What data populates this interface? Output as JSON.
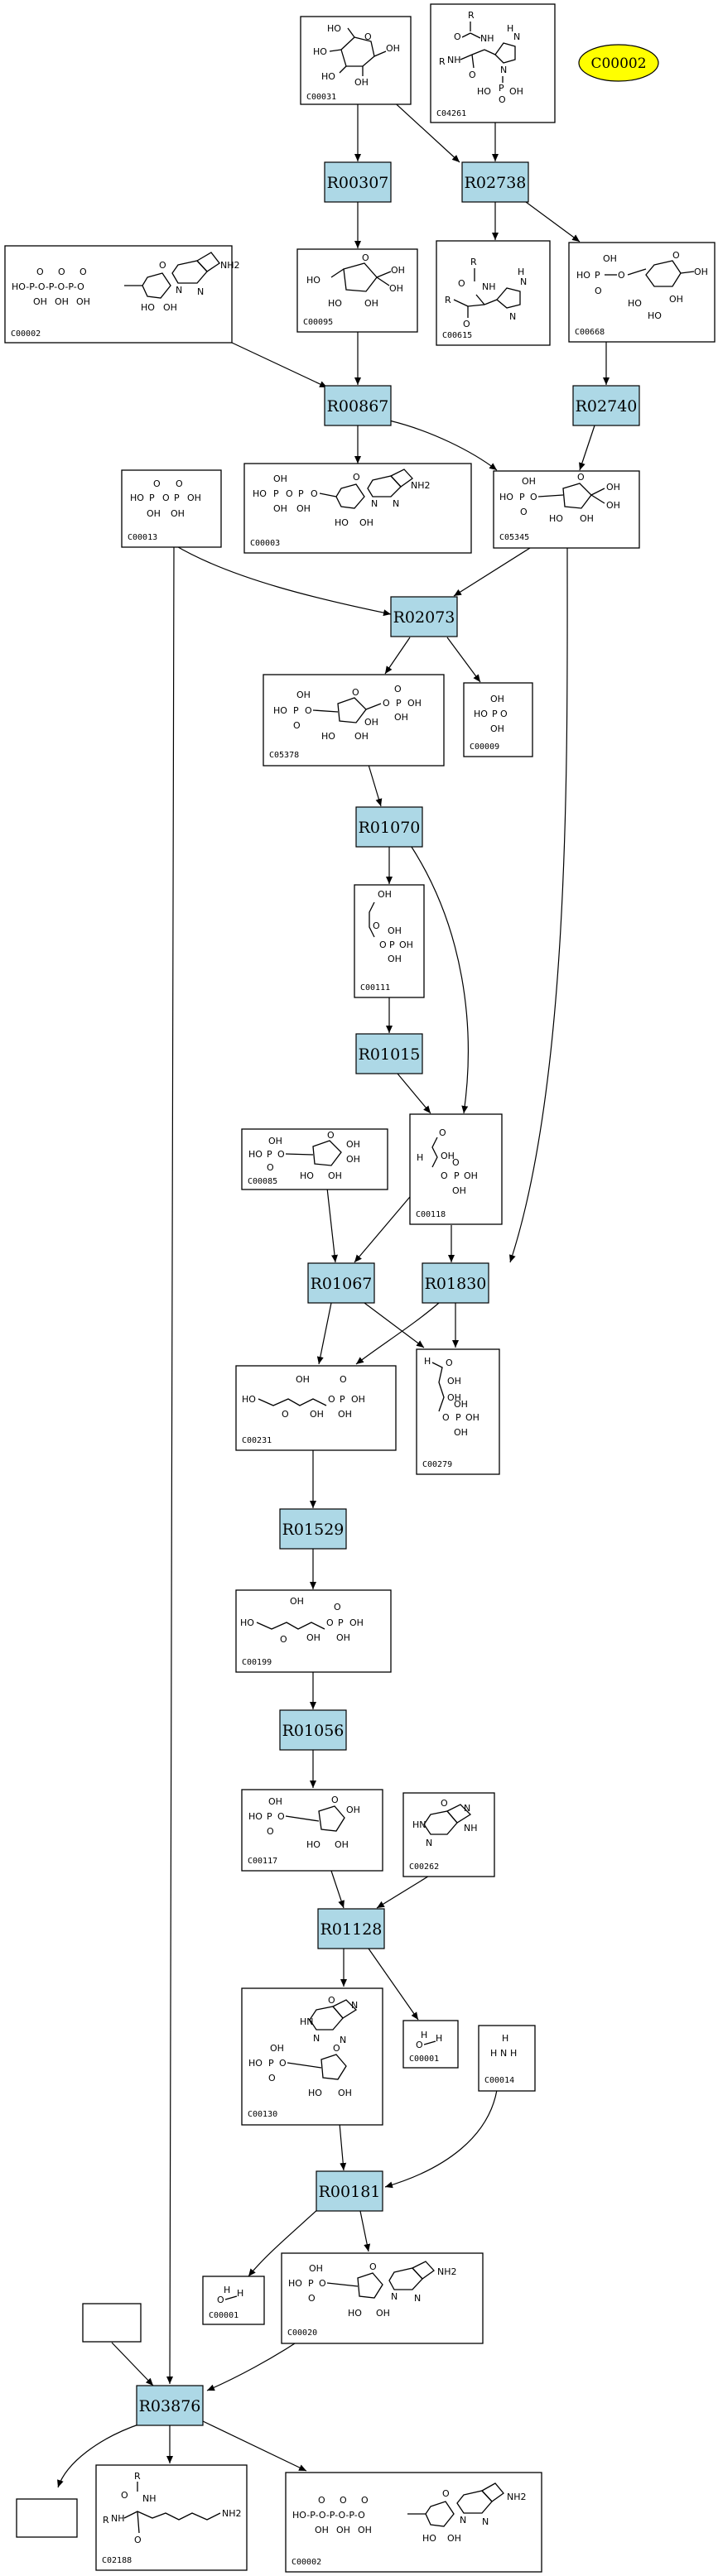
{
  "highlight_compound": {
    "id": "C00002",
    "color": "#ffff00"
  },
  "reaction_color": "#add8e6",
  "reactions": [
    {
      "key": "r00307",
      "label": "R00307"
    },
    {
      "key": "r02738",
      "label": "R02738"
    },
    {
      "key": "r00867",
      "label": "R00867"
    },
    {
      "key": "r02740",
      "label": "R02740"
    },
    {
      "key": "r02073",
      "label": "R02073"
    },
    {
      "key": "r01070",
      "label": "R01070"
    },
    {
      "key": "r01015",
      "label": "R01015"
    },
    {
      "key": "r01067",
      "label": "R01067"
    },
    {
      "key": "r01830",
      "label": "R01830"
    },
    {
      "key": "r01529",
      "label": "R01529"
    },
    {
      "key": "r01056",
      "label": "R01056"
    },
    {
      "key": "r01128",
      "label": "R01128"
    },
    {
      "key": "r00181",
      "label": "R00181"
    },
    {
      "key": "r03876",
      "label": "R03876"
    }
  ],
  "compounds": [
    {
      "key": "c00031",
      "label": "C00031"
    },
    {
      "key": "c04261",
      "label": "C04261"
    },
    {
      "key": "c00002_top",
      "label": "C00002"
    },
    {
      "key": "c00095",
      "label": "C00095"
    },
    {
      "key": "c00615",
      "label": "C00615"
    },
    {
      "key": "c00668",
      "label": "C00668"
    },
    {
      "key": "c00013",
      "label": "C00013"
    },
    {
      "key": "c00003",
      "label": "C00003"
    },
    {
      "key": "c05345",
      "label": "C05345"
    },
    {
      "key": "c05378",
      "label": "C05378"
    },
    {
      "key": "c00009",
      "label": "C00009"
    },
    {
      "key": "c00111",
      "label": "C00111"
    },
    {
      "key": "c00085",
      "label": "C00085"
    },
    {
      "key": "c00118",
      "label": "C00118"
    },
    {
      "key": "c00231",
      "label": "C00231"
    },
    {
      "key": "c00279",
      "label": "C00279"
    },
    {
      "key": "c00199",
      "label": "C00199"
    },
    {
      "key": "c00117",
      "label": "C00117"
    },
    {
      "key": "c00262",
      "label": "C00262"
    },
    {
      "key": "c00130",
      "label": "C00130"
    },
    {
      "key": "c00001_a",
      "label": "C00001"
    },
    {
      "key": "c00014",
      "label": "C00014"
    },
    {
      "key": "c00001_b",
      "label": "C00001"
    },
    {
      "key": "c00020",
      "label": "C00020"
    },
    {
      "key": "c02188",
      "label": "C02188"
    },
    {
      "key": "c00002_bottom",
      "label": "C00002"
    }
  ],
  "atoms": {
    "OH": "OH",
    "HO": "HO",
    "O": "O",
    "P": "P",
    "NH2": "NH2",
    "NH": "NH",
    "N": "N",
    "H": "H",
    "R": "R",
    "HN": "HN",
    "R_H": "R",
    "dash": "-",
    "HOPO": "HO-P-O-P-O-P-O"
  }
}
